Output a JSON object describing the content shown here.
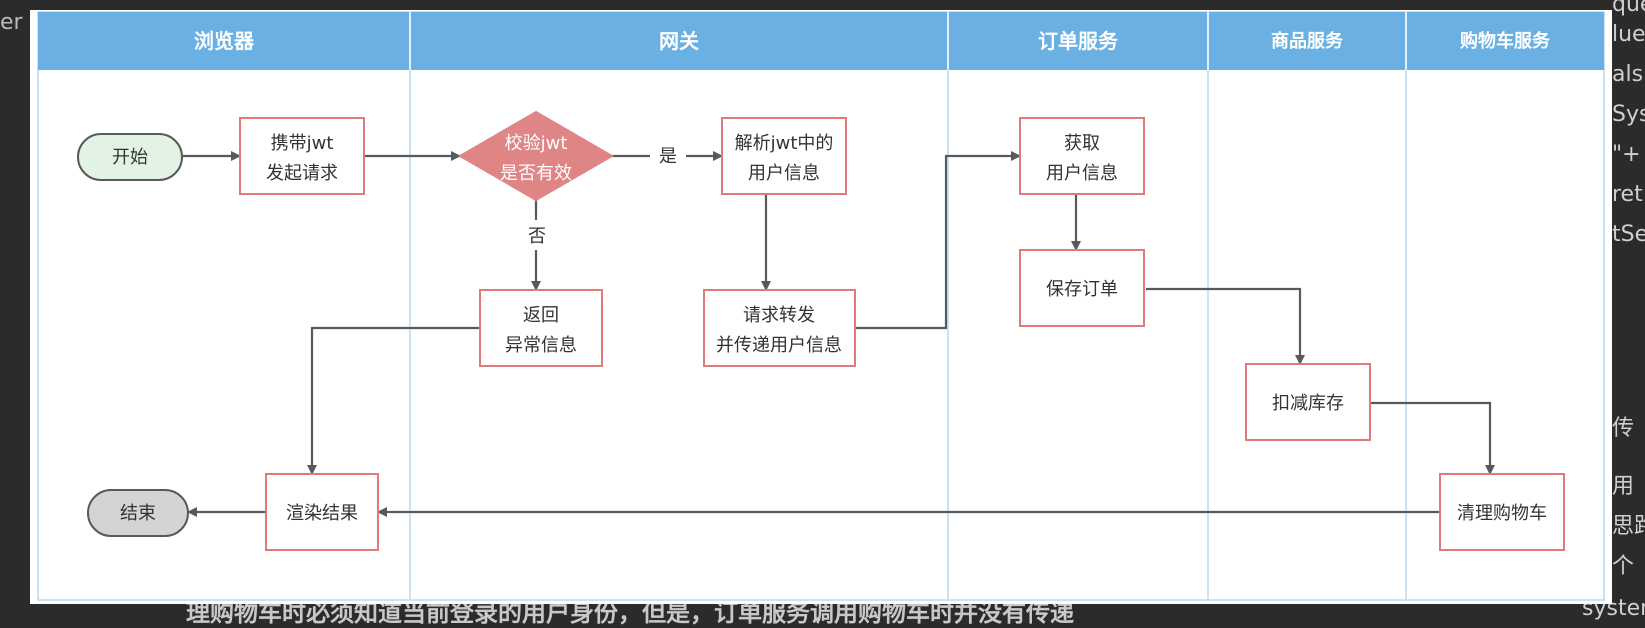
{
  "background": {
    "left_fragment": "er",
    "right_fragments": [
      "que",
      "lue",
      "als",
      "Sys",
      "\"+",
      "ret",
      "tSe",
      "传",
      "用",
      "思路",
      "个",
      "system"
    ],
    "bottom_text": "理购物车时必须知道当前登录的用户身份，但是，订单服务调用购物车时并没有传递"
  },
  "colors": {
    "header": "#6ab0e2",
    "box_border": "#e07a7a",
    "diamond": "#e08585",
    "start_fill": "#e2f2e4",
    "end_fill": "#d4d4d4",
    "arrow": "#595959",
    "lane_line": "#bcd9ee"
  },
  "lanes": [
    "浏览器",
    "网关",
    "订单服务",
    "商品服务",
    "购物车服务"
  ],
  "nodes": {
    "start": "开始",
    "send_request": [
      "携带jwt",
      "发起请求"
    ],
    "check_jwt": [
      "校验jwt",
      "是否有效"
    ],
    "parse_jwt": [
      "解析jwt中的",
      "用户信息"
    ],
    "return_error": [
      "返回",
      "异常信息"
    ],
    "forward_request": [
      "请求转发",
      "并传递用户信息"
    ],
    "get_user": [
      "获取",
      "用户信息"
    ],
    "save_order": "保存订单",
    "deduct_stock": "扣减库存",
    "clear_cart": "清理购物车",
    "render_result": "渲染结果",
    "end": "结束"
  },
  "edge_labels": {
    "yes": "是",
    "no": "否"
  }
}
